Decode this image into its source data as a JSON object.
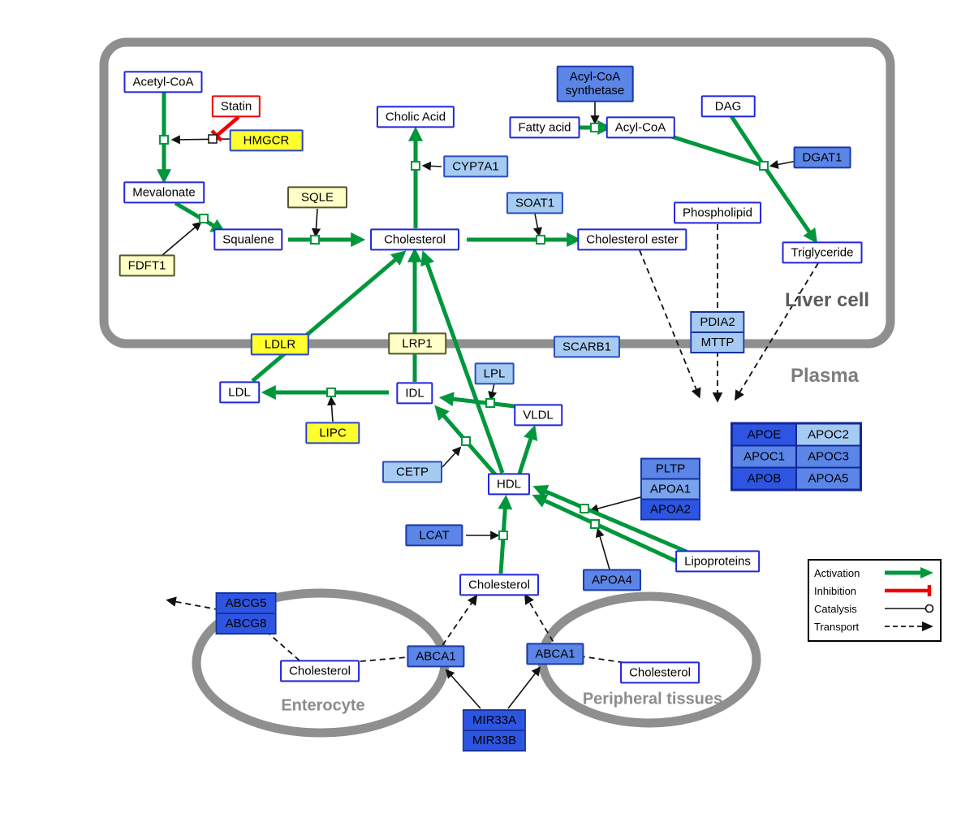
{
  "regions": {
    "liver_cell": "Liver cell",
    "plasma": "Plasma",
    "enterocyte": "Enterocyte",
    "peripheral_tissues": "Peripheral tissues"
  },
  "nodes": {
    "acetyl_coa": "Acetyl-CoA",
    "statin": "Statin",
    "hmgcr": "HMGCR",
    "mevalonate": "Mevalonate",
    "sqle": "SQLE",
    "squalene": "Squalene",
    "fdft1": "FDFT1",
    "cholic_acid": "Cholic Acid",
    "cyp7a1": "CYP7A1",
    "cholesterol_liver": "Cholesterol",
    "soat1": "SOAT1",
    "cholesterol_ester": "Cholesterol ester",
    "acyl_coa_synthetase_line1": "Acyl-CoA",
    "acyl_coa_synthetase_line2": "synthetase",
    "fatty_acid": "Fatty acid",
    "acyl_coa": "Acyl-CoA",
    "dag": "DAG",
    "dgat1": "DGAT1",
    "phospholipid": "Phospholipid",
    "triglyceride": "Triglyceride",
    "pdia2": "PDIA2",
    "mttp": "MTTP",
    "ldlr": "LDLR",
    "lrp1": "LRP1",
    "scarb1": "SCARB1",
    "ldl": "LDL",
    "idl": "IDL",
    "lpl": "LPL",
    "vldl": "VLDL",
    "lipc": "LIPC",
    "cetp": "CETP",
    "hdl": "HDL",
    "pltp": "PLTP",
    "apoa1": "APOA1",
    "apoa2": "APOA2",
    "apoe": "APOE",
    "apoc2": "APOC2",
    "apoc1": "APOC1",
    "apoc3": "APOC3",
    "apob": "APOB",
    "apoa5": "APOA5",
    "lcat": "LCAT",
    "apoa4": "APOA4",
    "lipoproteins": "Lipoproteins",
    "cholesterol_plasma": "Cholesterol",
    "abcg5": "ABCG5",
    "abcg8": "ABCG8",
    "cholesterol_enterocyte": "Cholesterol",
    "abca1_enterocyte": "ABCA1",
    "abca1_peripheral": "ABCA1",
    "cholesterol_peripheral": "Cholesterol",
    "mir33a": "MIR33A",
    "mir33b": "MIR33B"
  },
  "legend": {
    "activation": "Activation",
    "inhibition": "Inhibition",
    "catalysis": "Catalysis",
    "transport": "Transport"
  },
  "colors": {
    "activation_green": "#00973c",
    "inhibition_red": "#f00000",
    "metabolite_border_blue": "#2026d8",
    "gene_yellow": "#ffff2e",
    "gene_cream": "#ffffc8",
    "gene_light_blue": "#a6cbf2",
    "gene_medium_blue": "#5b85e6",
    "gene_dark_blue": "#2d55e2",
    "membrane_gray": "#8f8f8f"
  }
}
